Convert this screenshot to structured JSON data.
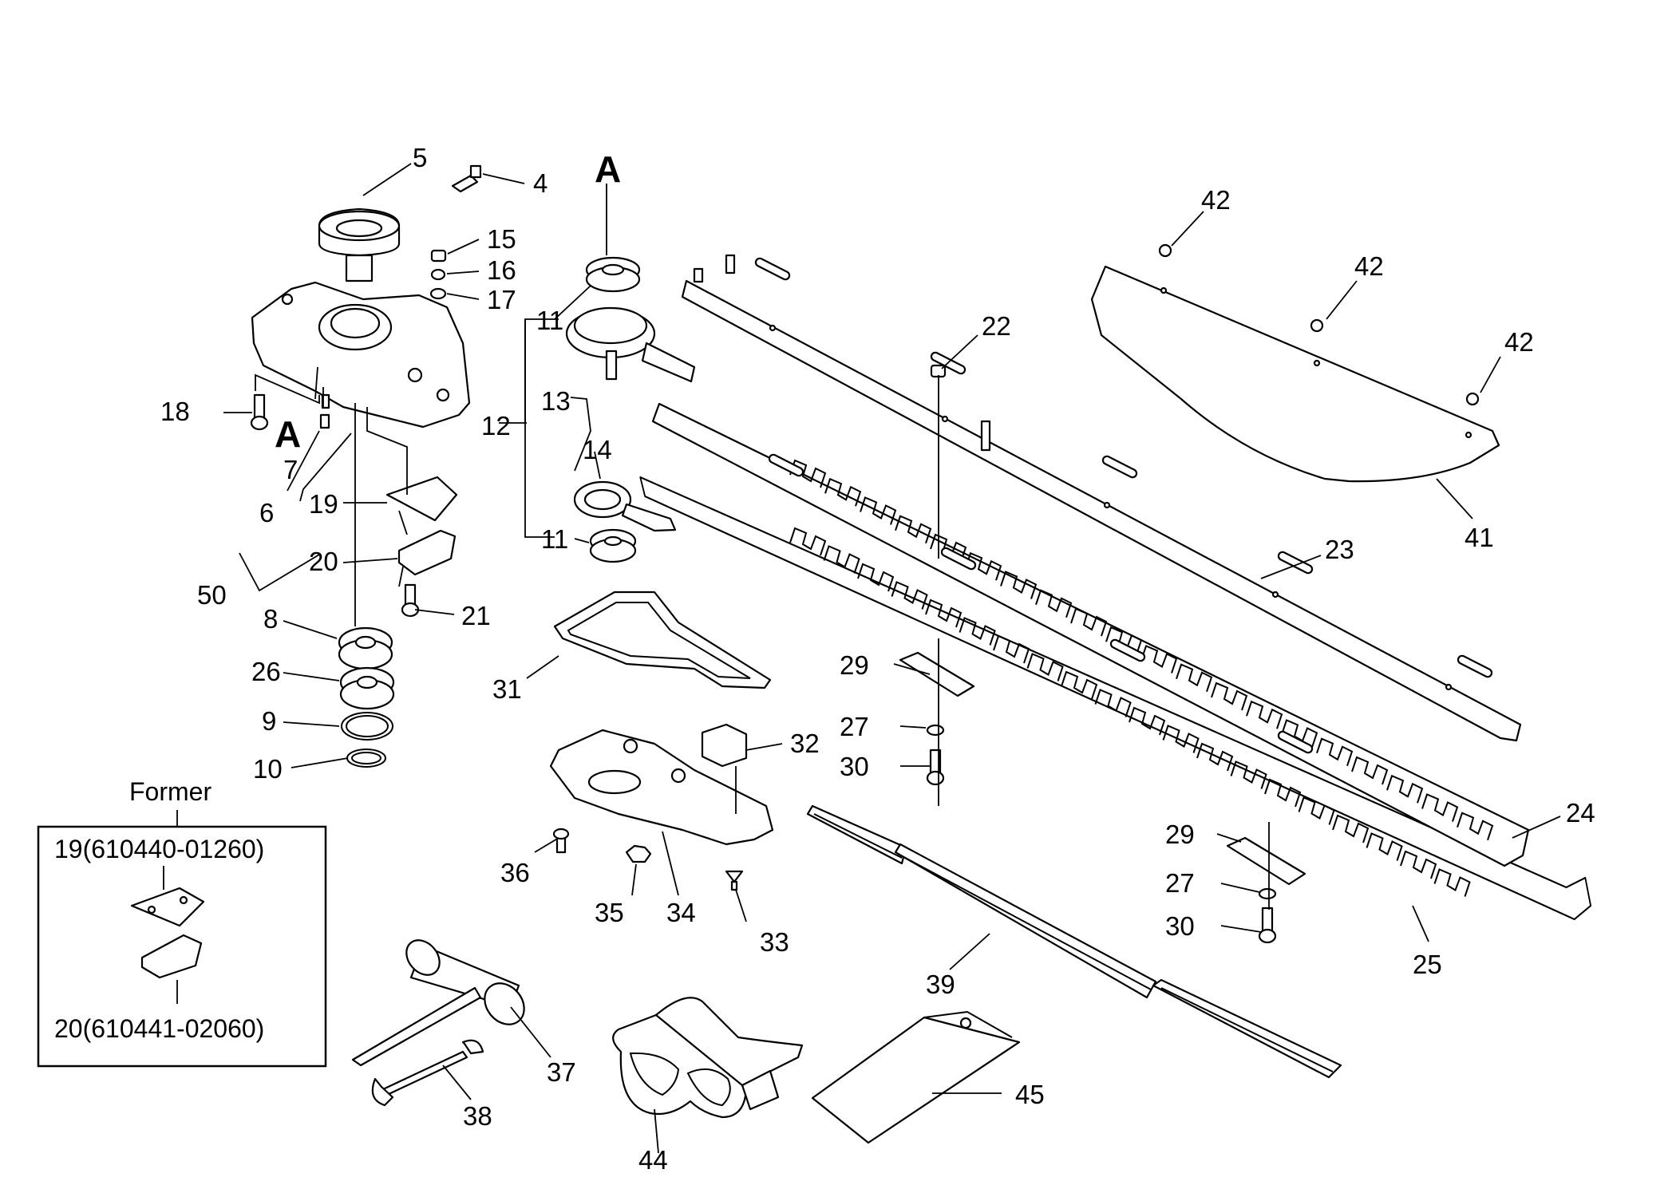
{
  "diagram": {
    "callouts": {
      "p4": "4",
      "p5": "5",
      "p6": "6",
      "p7": "7",
      "p8": "8",
      "p9": "9",
      "p10": "10",
      "p11a": "11",
      "p11b": "11",
      "p12": "12",
      "p13": "13",
      "p14": "14",
      "p15": "15",
      "p16": "16",
      "p17": "17",
      "p18": "18",
      "p19": "19",
      "p20": "20",
      "p21": "21",
      "p22": "22",
      "p23": "23",
      "p24": "24",
      "p25": "25",
      "p26": "26",
      "p27a": "27",
      "p27b": "27",
      "p29a": "29",
      "p29b": "29",
      "p30a": "30",
      "p30b": "30",
      "p31": "31",
      "p32": "32",
      "p33": "33",
      "p34": "34",
      "p35": "35",
      "p36": "36",
      "p37": "37",
      "p38": "38",
      "p39": "39",
      "p41": "41",
      "p42a": "42",
      "p42b": "42",
      "p42c": "42",
      "p44": "44",
      "p45": "45",
      "p50": "50"
    },
    "section_marks": {
      "a_left": "A",
      "a_right": "A"
    },
    "former_box": {
      "heading": "Former",
      "part19": "19(610440-01260)",
      "part20": "20(610441-02060)"
    }
  }
}
